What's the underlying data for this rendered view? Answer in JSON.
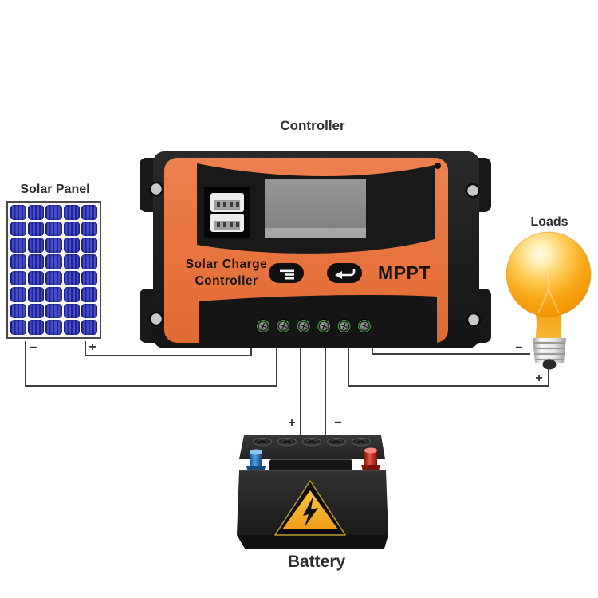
{
  "labels": {
    "controller": "Controller",
    "solar_panel": "Solar Panel",
    "loads": "Loads",
    "battery": "Battery"
  },
  "controller": {
    "brand_line1": "Solar Charge",
    "brand_line2": "Controller",
    "tech": "MPPT",
    "usb_ports": 2,
    "terminals": 6,
    "colors": {
      "face": "#e8743f",
      "body": "#1c1c1c",
      "screen": "#8f8f8f",
      "terminal_ring": "#3d9e3d"
    }
  },
  "solar_panel": {
    "grid": {
      "rows": 8,
      "cols": 5
    },
    "colors": {
      "cell": "#474dc4",
      "stripe": "#20249a",
      "frame": "#4a4a4a"
    }
  },
  "loads": {
    "bulb_color": "#f7a41c"
  },
  "battery": {
    "caps": 5,
    "colors": {
      "body": "#222222",
      "positive_terminal": "#d92f20",
      "negative_terminal": "#2f86d8",
      "warning": "#f6a623"
    }
  },
  "wiring": {
    "solar_negative": "−",
    "solar_positive": "+",
    "battery_positive": "+",
    "battery_negative": "−",
    "loads_negative": "−",
    "loads_positive": "+"
  }
}
